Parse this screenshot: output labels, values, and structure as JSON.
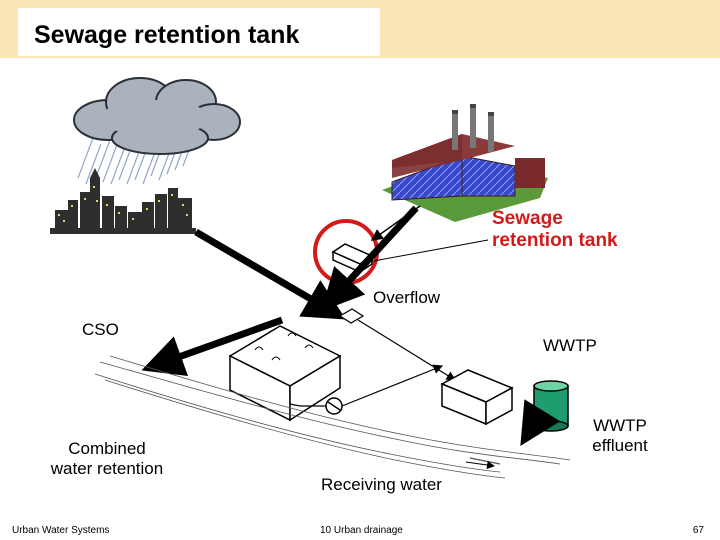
{
  "title": "Sewage retention tank",
  "labels": {
    "sewage_tank": "Sewage\nretention tank",
    "overflow": "Overflow",
    "cso": "CSO",
    "wwtp": "WWTP",
    "wwtp_effluent": "WWTP\neffluent",
    "combined_retention": "Combined\nwater retention",
    "receiving_water": "Receiving water"
  },
  "footer": {
    "left": "Urban Water Systems",
    "center": "10  Urban drainage",
    "right": "67"
  },
  "colors": {
    "title_band": "#fbe7b6",
    "highlight": "#d11a1a",
    "tank_fill": "#1e9e6e"
  },
  "icons": [
    "rain-cloud-icon",
    "city-skyline-icon",
    "factory-icon",
    "tank-cylinder-icon",
    "pump-icon"
  ]
}
